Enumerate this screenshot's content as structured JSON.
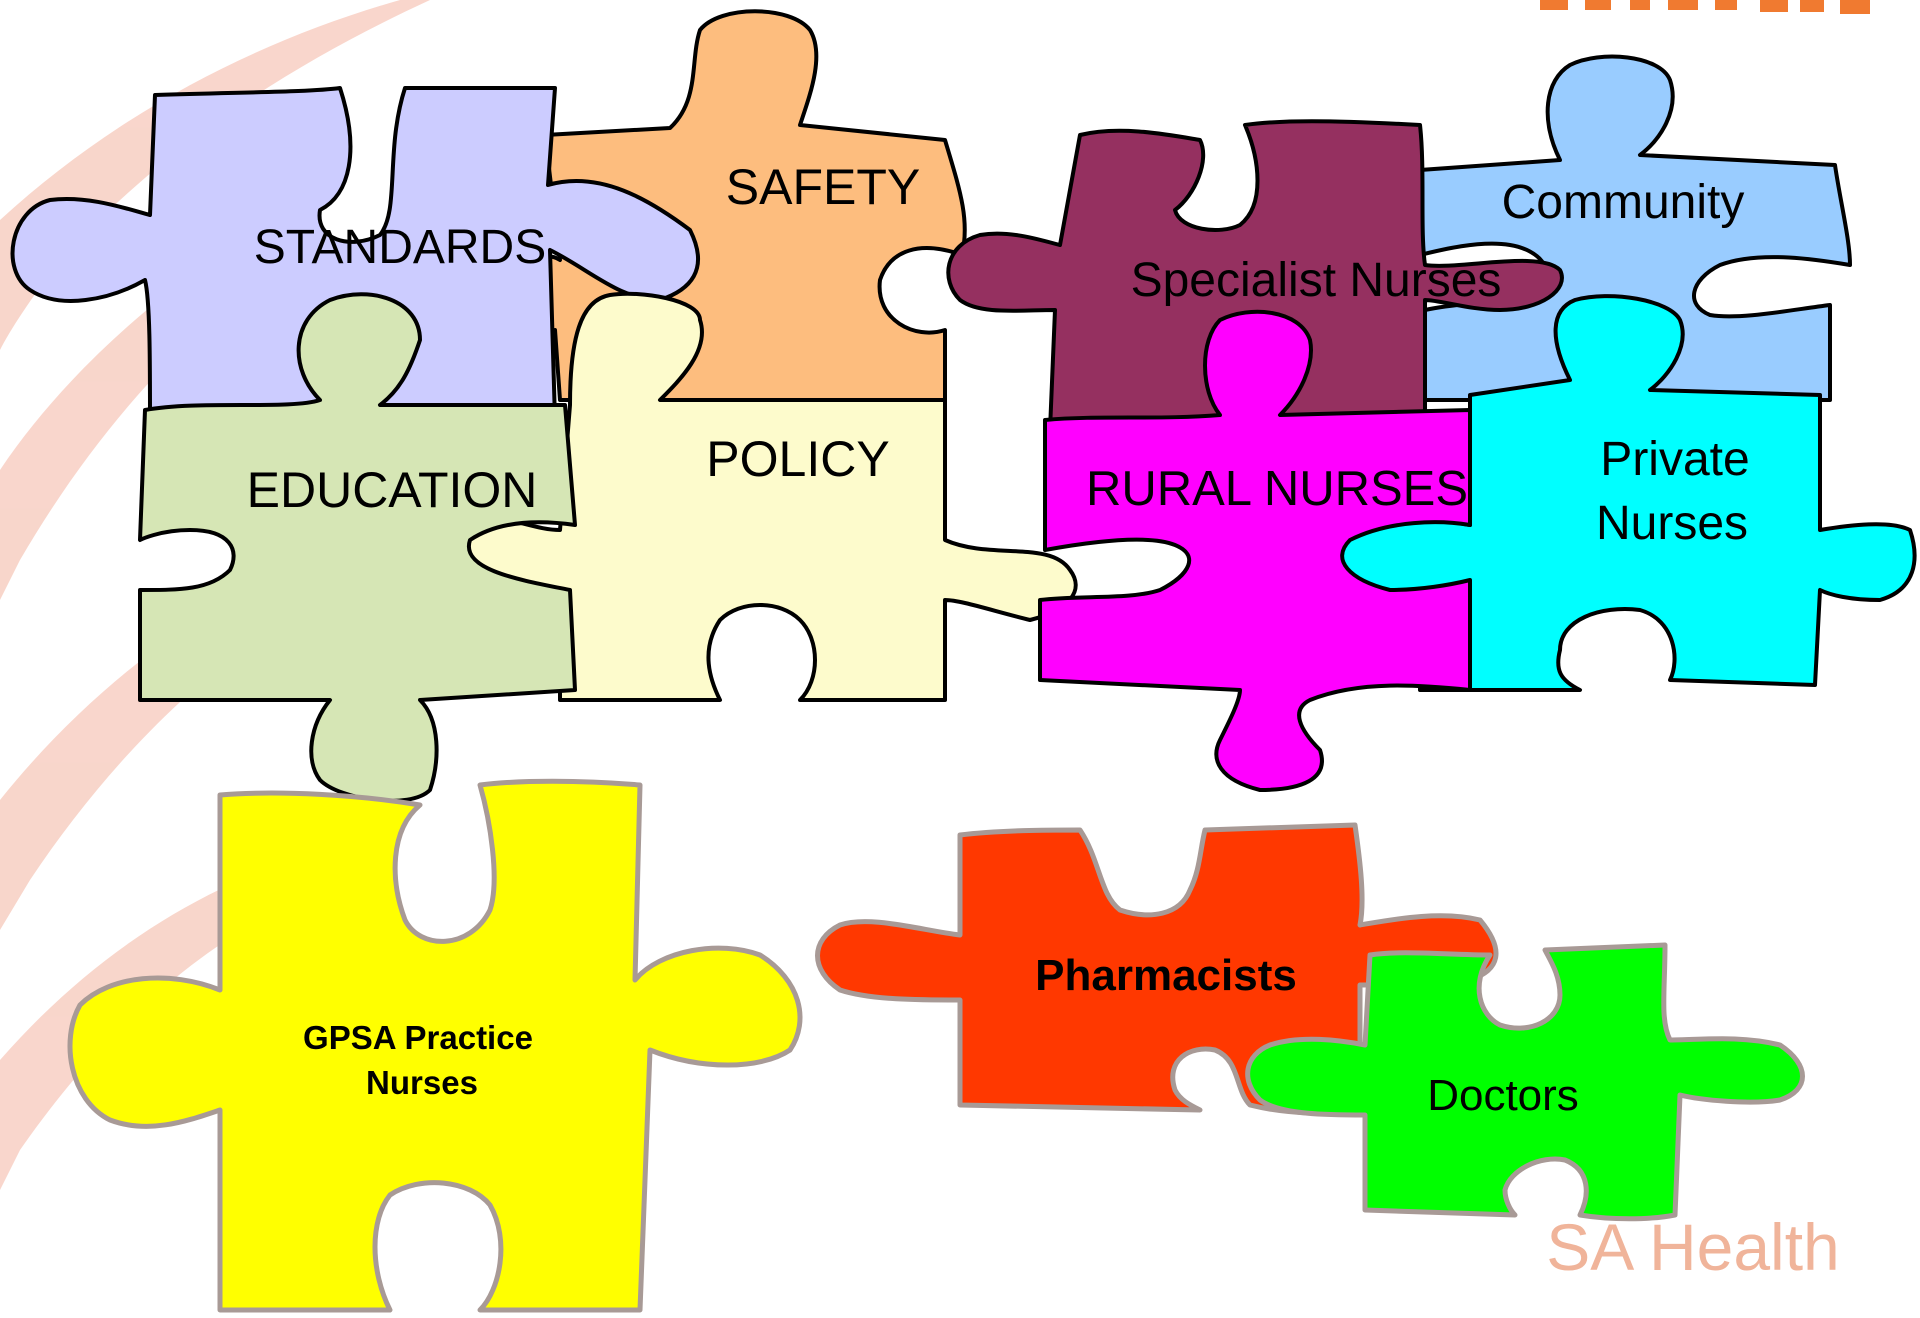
{
  "colors": {
    "watermark": "#f8d2c6",
    "standards": "#ccccff",
    "safety": "#fdbd7e",
    "education": "#d6e6b5",
    "policy": "#fdfbcc",
    "specialist": "#953060",
    "community": "#99ccff",
    "rural": "#ff00ff",
    "private": "#00ffff",
    "gpsa": "#ffff00",
    "pharmacists": "#ff3800",
    "doctors": "#00ff00",
    "brand": "#f0b49a",
    "corner": "#f07a30"
  },
  "pieces": {
    "standards": "STANDARDS",
    "safety": "SAFETY",
    "education": "EDUCATION",
    "policy": "POLICY",
    "specialist": "Specialist Nurses",
    "community": "Community",
    "rural": "RURAL NURSES",
    "private_line1": "Private",
    "private_line2": "Nurses",
    "gpsa_line1": "GPSA Practice",
    "gpsa_line2": "Nurses",
    "pharmacists": "Pharmacists",
    "doctors": "Doctors"
  },
  "branding": {
    "logo_text": "SA Health"
  }
}
